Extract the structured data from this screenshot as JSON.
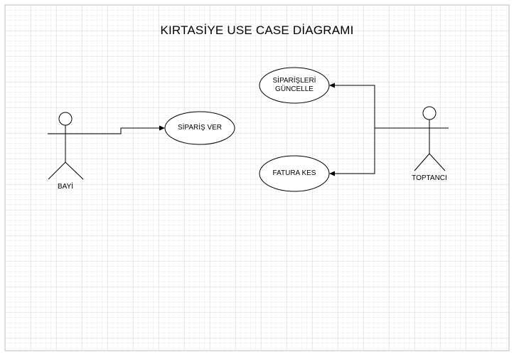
{
  "diagram": {
    "title": "KIRTASİYE USE CASE DİAGRAMI",
    "actors": [
      {
        "id": "bayi",
        "label": "BAYİ"
      },
      {
        "id": "toptanci",
        "label": "TOPTANCI"
      }
    ],
    "use_cases": [
      {
        "id": "siparis-ver",
        "label": "SİPARİŞ VER"
      },
      {
        "id": "siparisleri-guncelle",
        "label_line1": "SİPARİŞLERİ",
        "label_line2": "GÜNCELLE"
      },
      {
        "id": "fatura-kes",
        "label": "FATURA KES"
      }
    ]
  }
}
